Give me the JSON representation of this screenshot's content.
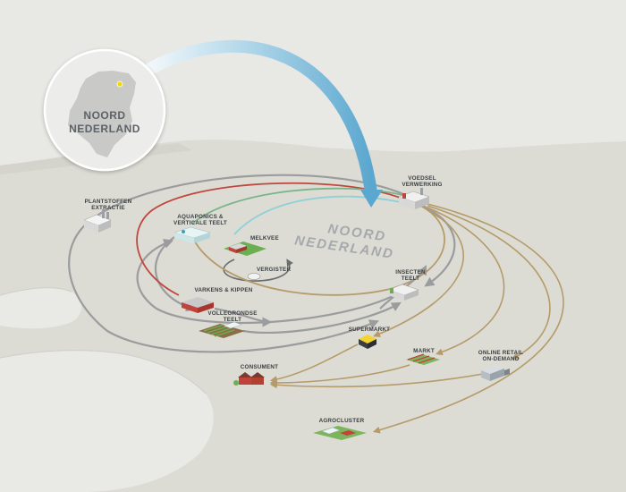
{
  "inset": {
    "line1": "NOORD",
    "line2": "NEDERLAND"
  },
  "region_label": {
    "line1": "NOORD",
    "line2": "NEDERLAND"
  },
  "nodes": {
    "plantstoffen": [
      "PLANTSTOFFEN",
      "EXTRACTIE"
    ],
    "aquaponics": [
      "AQUAPONICS &",
      "VERTICALE TEELT"
    ],
    "melkvee": [
      "MELKVEE"
    ],
    "vergister": [
      "VERGISTER"
    ],
    "voedselverwerking": [
      "VOEDSEL",
      "VERWERKING"
    ],
    "insectenteelt": [
      "INSECTEN",
      "TEELT"
    ],
    "varkens": [
      "VARKENS & KIPPEN"
    ],
    "vollegrondse": [
      "VOLLEGRONDSE",
      "TEELT"
    ],
    "supermarkt": [
      "SUPERMARKT"
    ],
    "markt": [
      "MARKT"
    ],
    "online_retail": [
      "ONLINE RETAIL",
      "ON-DEMAND"
    ],
    "consument": [
      "CONSUMENT"
    ],
    "agrocluster": [
      "AGROCLUSTER"
    ]
  },
  "colors": {
    "background": "#e6e6e1",
    "land": "#dcdcd4",
    "sea": "#e9e9e5",
    "big_arrow": "#5aa7cf",
    "grey_flow": "#9a9c9e",
    "red_flow": "#c0473e",
    "green_flow": "#7ab48a",
    "teal_flow": "#8fd0d6",
    "tan_flow": "#b59b6a",
    "locator_dot": "#f0d800"
  }
}
